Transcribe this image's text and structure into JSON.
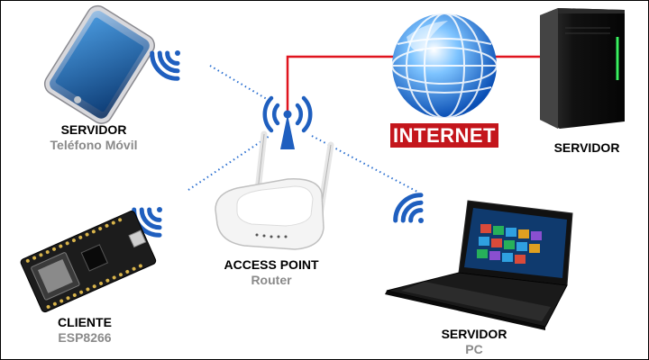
{
  "nodes": {
    "phone": {
      "title": "SERVIDOR",
      "subtitle": "Teléfono Móvil"
    },
    "router": {
      "title": "ACCESS POINT",
      "subtitle": "Router"
    },
    "esp": {
      "title": "CLIENTE",
      "subtitle": "ESP8266"
    },
    "pc": {
      "title": "SERVIDOR",
      "subtitle": "PC"
    },
    "server": {
      "title": "SERVIDOR"
    }
  },
  "internet": {
    "label": "INTERNET"
  },
  "colors": {
    "wifi": "#1f5fbf",
    "dotted_link": "#2a6fd0",
    "wired_link": "#e0141e",
    "internet_badge": "#c4161c",
    "subtitle": "#8a8a8a"
  }
}
